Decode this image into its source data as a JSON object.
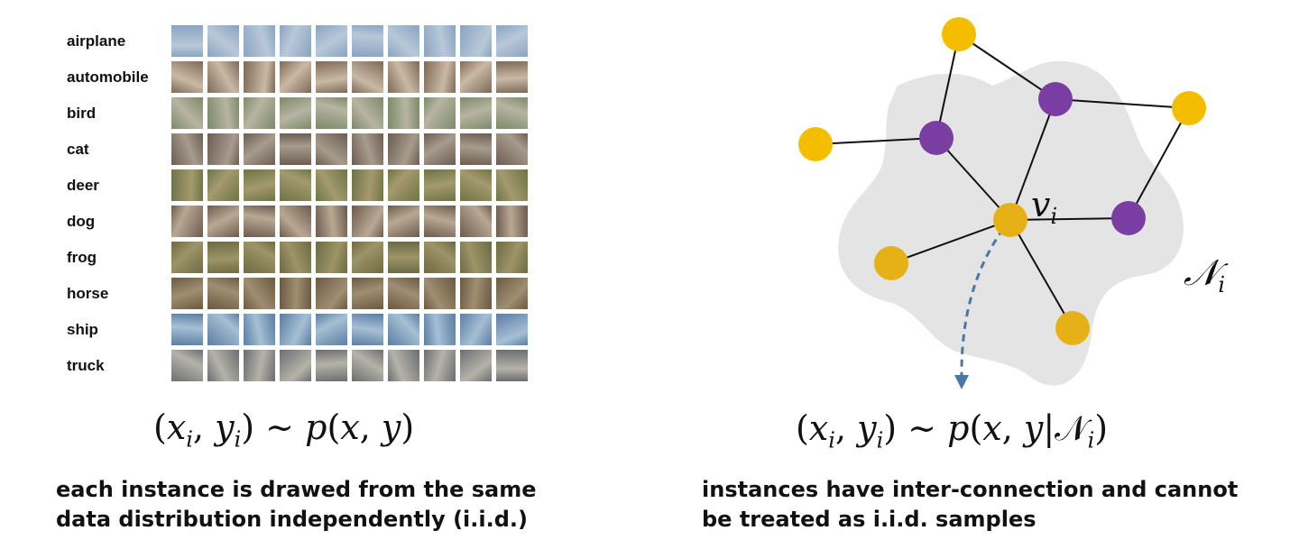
{
  "left": {
    "classes": [
      {
        "label": "airplane",
        "colors": [
          "#8aa3c2",
          "#b9c8d8"
        ]
      },
      {
        "label": "automobile",
        "colors": [
          "#7d6a5a",
          "#c9b9a4"
        ]
      },
      {
        "label": "bird",
        "colors": [
          "#7d8a6a",
          "#b7b4a2"
        ]
      },
      {
        "label": "cat",
        "colors": [
          "#6c5e52",
          "#a79b8e"
        ]
      },
      {
        "label": "deer",
        "colors": [
          "#6e7448",
          "#a49a6e"
        ]
      },
      {
        "label": "dog",
        "colors": [
          "#6d5c4f",
          "#b8a893"
        ]
      },
      {
        "label": "frog",
        "colors": [
          "#6e6a45",
          "#9d9467"
        ]
      },
      {
        "label": "horse",
        "colors": [
          "#6a5a42",
          "#a08e72"
        ]
      },
      {
        "label": "ship",
        "colors": [
          "#5b7ea3",
          "#a6bfd4"
        ]
      },
      {
        "label": "truck",
        "colors": [
          "#6b6e72",
          "#b5b2a8"
        ]
      }
    ],
    "formula": "(x_i, y_i) ~ p(x, y)",
    "caption_line1": "each instance is drawed from the same",
    "caption_line2": "data distribution independently (i.i.d.)"
  },
  "right": {
    "center_label": "v_i",
    "neighborhood_label": "N_i",
    "formula": "(x_i, y_i) ~ p(x, y | N_i)",
    "caption_line1": "instances have inter-connection and cannot",
    "caption_line2": "be treated as i.i.d. samples",
    "colors": {
      "blob": "#e4e4e4",
      "yellow_node": "#f5bd00",
      "gold_node": "#e6b117",
      "purple_node": "#7a3ea3",
      "edge": "#111111",
      "dashed_arrow": "#4a78a6"
    }
  }
}
